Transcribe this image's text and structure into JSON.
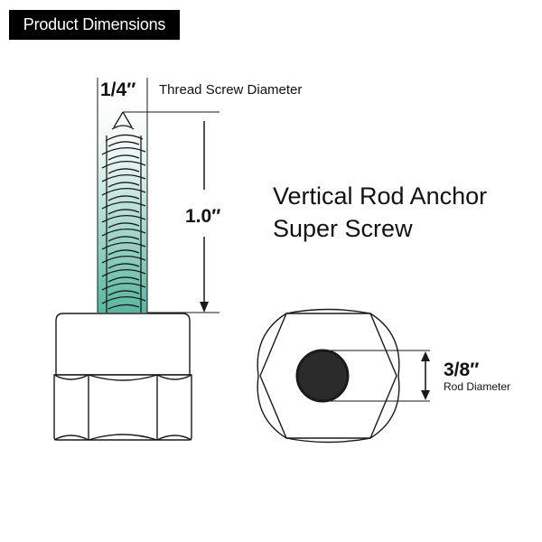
{
  "header": {
    "title": "Product Dimensions"
  },
  "product": {
    "name_line1": "Vertical Rod Anchor",
    "name_line2": "Super Screw"
  },
  "dimensions": {
    "thread_diameter": {
      "value": "1/4″",
      "label": "Thread Screw Diameter"
    },
    "thread_length": {
      "value": "1.0″"
    },
    "rod_diameter": {
      "value": "3/8″",
      "label": "Rod Diameter"
    }
  },
  "colors": {
    "thread_teal": "#59b5a0",
    "outline": "#1a1a1a",
    "rod_hole": "#2b2b2b"
  }
}
